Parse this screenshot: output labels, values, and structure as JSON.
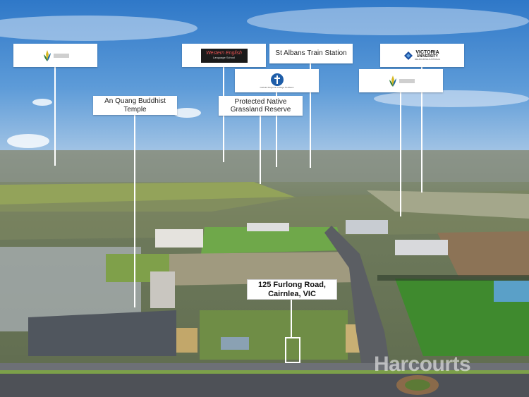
{
  "labels": {
    "temple": "An Quang Buddhist Temple",
    "grassland_line1": "Protected Native",
    "grassland_line2": "Grassland Reserve",
    "train_station": "St Albans Train Station",
    "english_logo_line1": "Western English",
    "english_logo_line2": "Language School",
    "victoria_logo_line1": "VICTORIA",
    "victoria_logo_line2": "UNIVERSITY",
    "victoria_logo_line3": "MELBOURNE AUSTRALIA",
    "college_logo_text": "Catholic Regional College St Albans"
  },
  "address": {
    "line1": "125 Furlong Road,",
    "line2": "Cairnlea, VIC"
  },
  "watermark": "Harcourts",
  "icons": [
    "leaf-logo-icon",
    "cross-shield-icon",
    "vu-diamond-icon"
  ]
}
